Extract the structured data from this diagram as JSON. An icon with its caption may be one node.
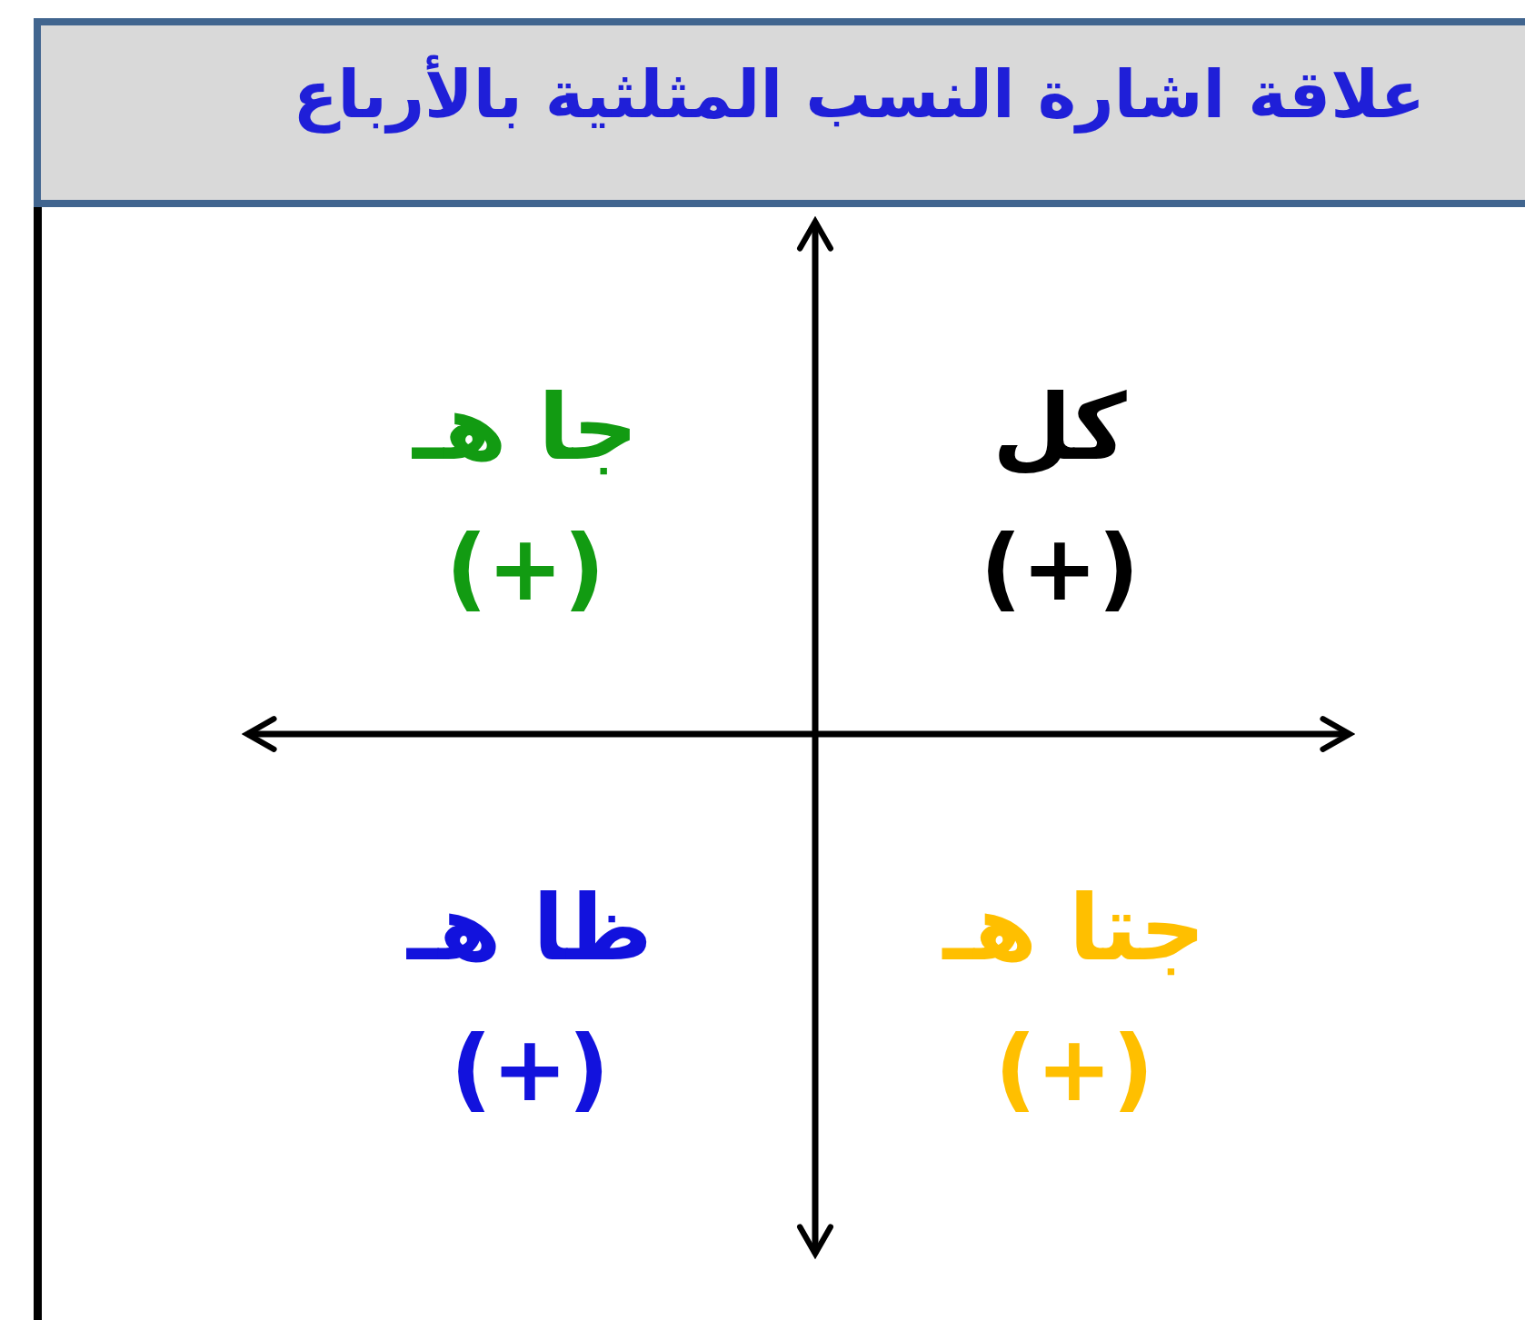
{
  "diagram": {
    "title": "علاقة اشارة النسب المثلثية بالأرباع",
    "labels": [
      "كل",
      "(+)",
      "جا هـ",
      "(+)",
      "جتا هـ",
      "(+)",
      "ظا هـ",
      "(+)"
    ]
  }
}
